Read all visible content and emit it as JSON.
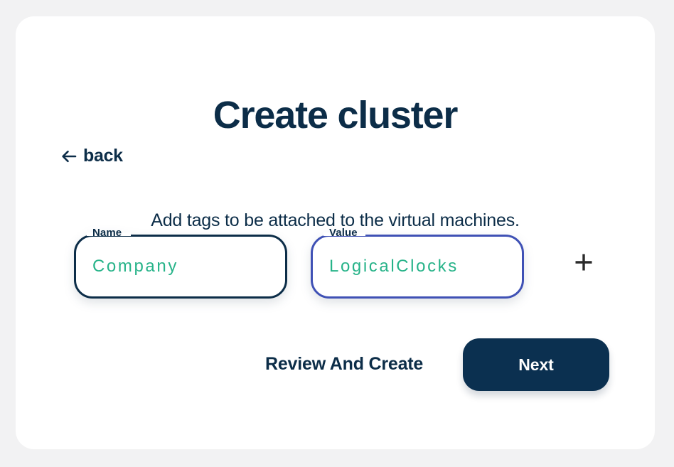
{
  "page": {
    "background_color": "#f2f2f3",
    "card_background": "#ffffff"
  },
  "header": {
    "title": "Create cluster",
    "title_color": "#0c2d48"
  },
  "back": {
    "label": "back",
    "icon": "arrow-left-icon"
  },
  "instruction": {
    "text": "Add tags to be attached to the virtual machines."
  },
  "tag_form": {
    "fields": [
      {
        "label": "Name",
        "value": "Company",
        "placeholder": "Name",
        "focused": false,
        "border_color": "#0c2d48",
        "value_color": "#27b389"
      },
      {
        "label": "Value",
        "value": "LogicalClocks",
        "placeholder": "Value",
        "focused": true,
        "border_color": "#3f51b5",
        "value_color": "#27b389"
      }
    ],
    "add_button": {
      "icon": "plus-icon",
      "label": "+"
    }
  },
  "actions": {
    "review_label": "Review And Create",
    "next_label": "Next",
    "next_background": "#0b3050",
    "next_text_color": "#ffffff"
  }
}
